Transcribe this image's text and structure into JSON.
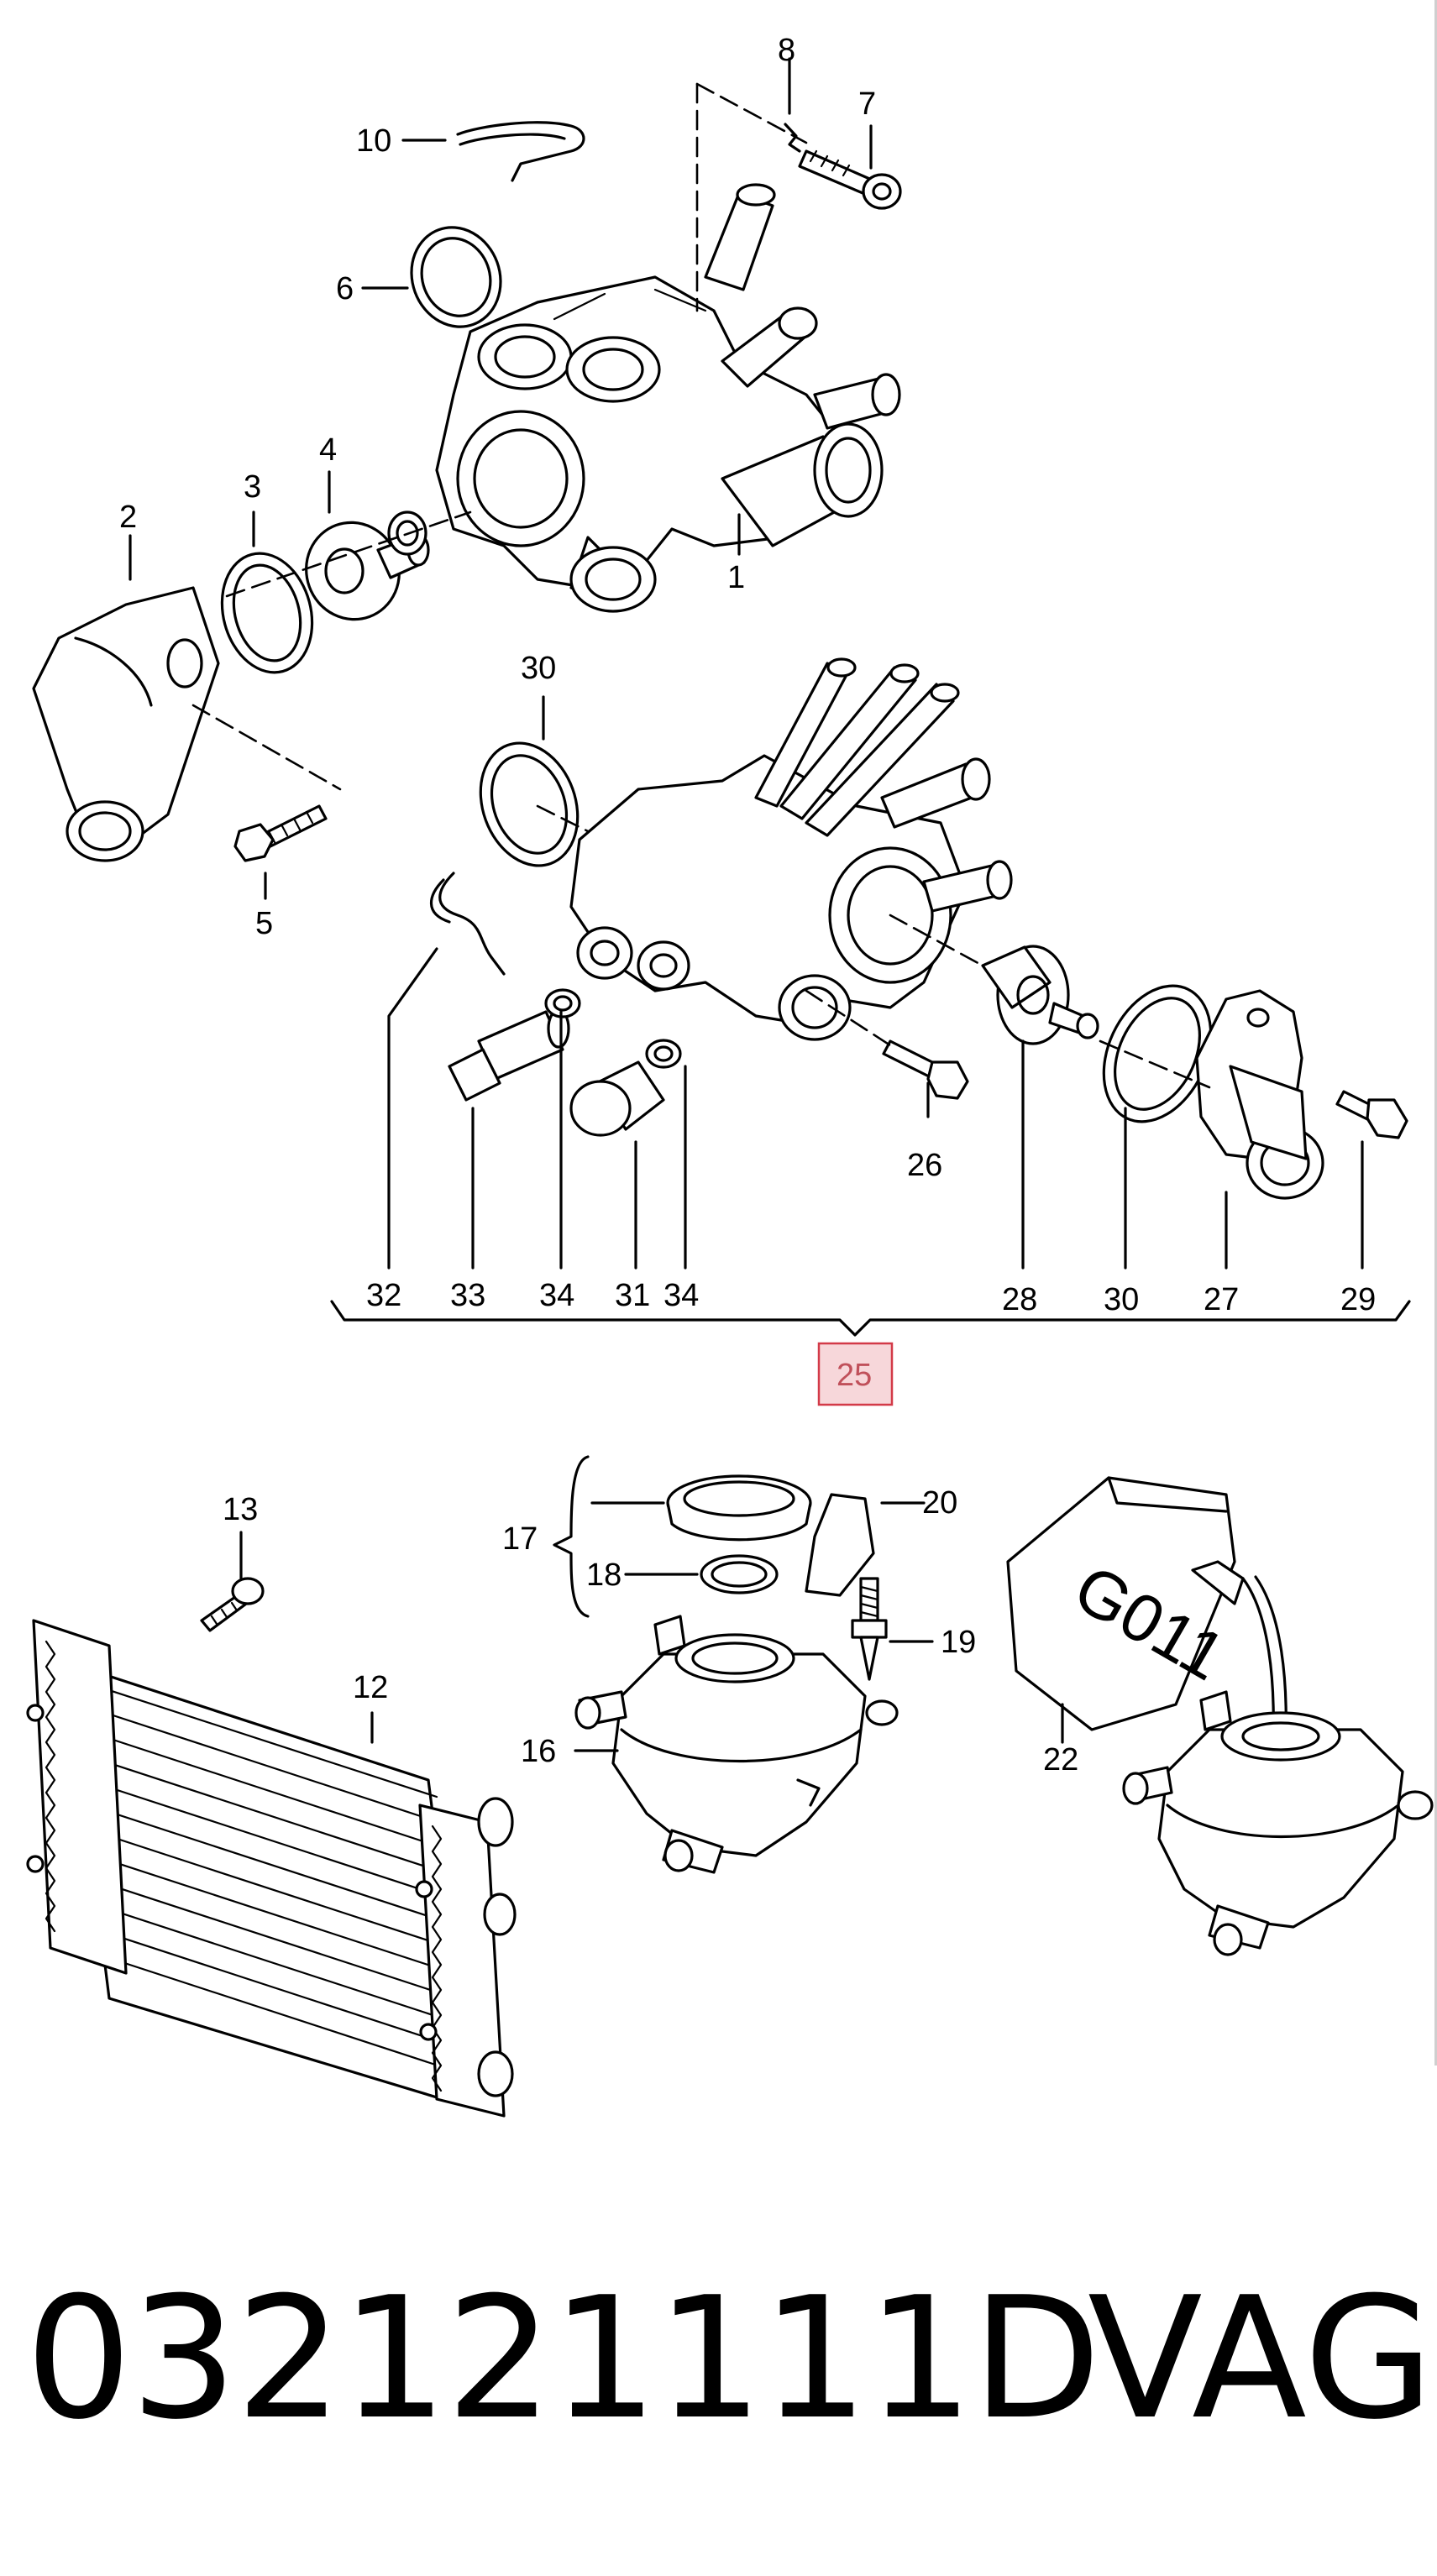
{
  "callouts": {
    "c1": "1",
    "c2": "2",
    "c3": "3",
    "c4": "4",
    "c5": "5",
    "c6": "6",
    "c7": "7",
    "c8": "8",
    "c10": "10",
    "c12": "12",
    "c13": "13",
    "c16": "16",
    "c17": "17",
    "c18": "18",
    "c19": "19",
    "c20": "20",
    "c22": "22",
    "c25": "25",
    "c26": "26",
    "c27": "27",
    "c28": "28",
    "c29": "29",
    "c30a": "30",
    "c30b": "30",
    "c31": "31",
    "c32": "32",
    "c33": "33",
    "c34a": "34",
    "c34b": "34"
  },
  "highlight": {
    "callout": "25",
    "color": "#d33a48"
  },
  "coolant_can_label": "G011",
  "footer": {
    "part_number": "032121111D",
    "brand": "VAG"
  }
}
